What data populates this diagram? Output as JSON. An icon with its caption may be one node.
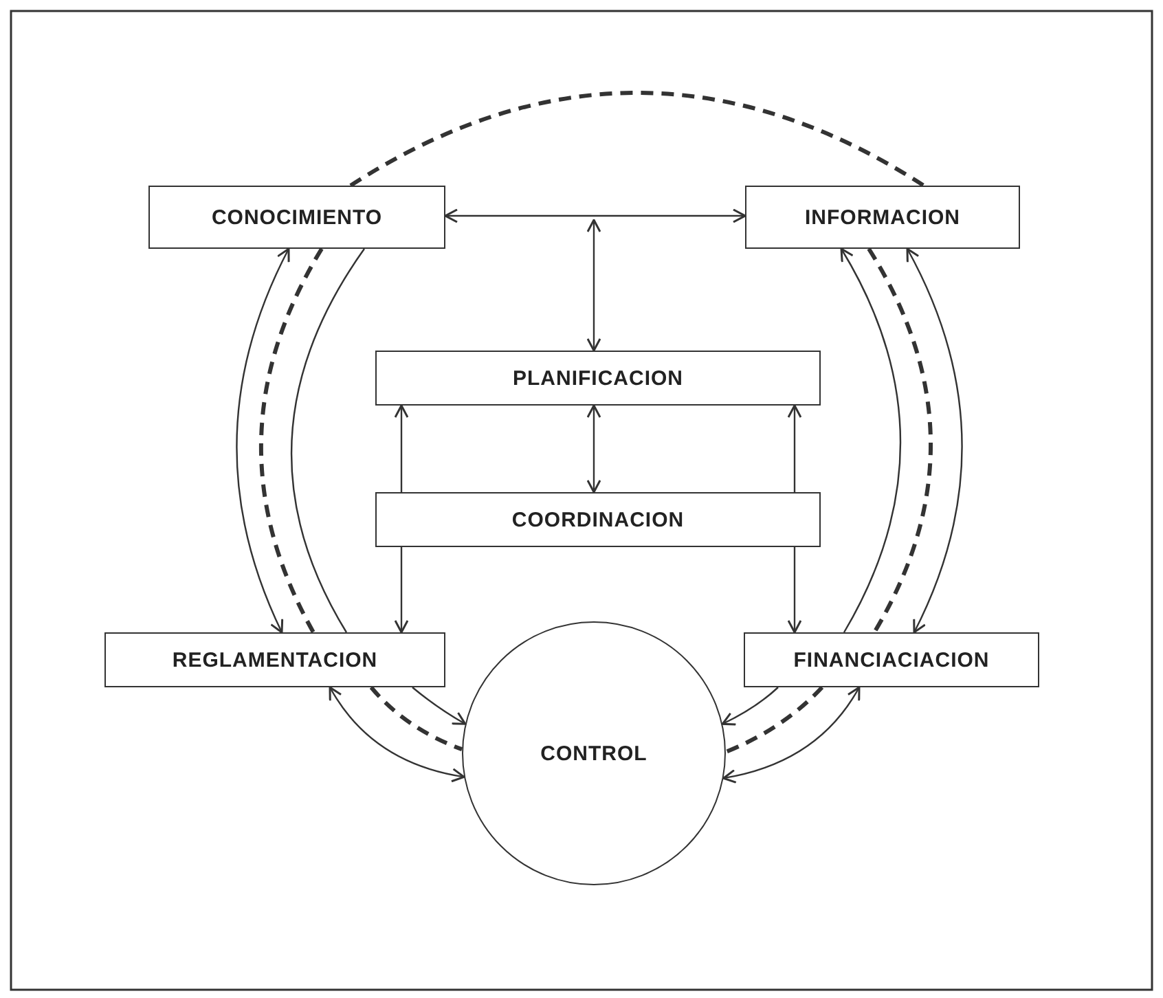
{
  "diagram": {
    "nodes": [
      {
        "text": [
          "CONOCIMIENTO"
        ]
      },
      {
        "text": [
          "INFORMACION"
        ]
      },
      {
        "text": [
          "PLANIFICACION"
        ]
      },
      {
        "text": [
          "COORDINACION"
        ]
      },
      {
        "text": [
          "REGLAMENTACION"
        ]
      },
      {
        "text": [
          "FINANCIACIACION"
        ]
      },
      {
        "text": [
          "CONTROL"
        ]
      }
    ],
    "edges": [
      {
        "from": 0,
        "to": 1,
        "arrow": "both"
      },
      {
        "from": null,
        "to": 2,
        "arrow": "both"
      },
      {
        "from": 2,
        "to": 3,
        "arrow": "both"
      },
      {
        "from": 3,
        "to": 2,
        "arrow": "to"
      },
      {
        "from": 3,
        "to": 2,
        "arrow": "to"
      },
      {
        "from": 3,
        "to": 4,
        "arrow": "to"
      },
      {
        "from": 3,
        "to": 5,
        "arrow": "to"
      },
      {
        "from": 0,
        "to": 1,
        "arrow": "none",
        "style": "dashed"
      },
      {
        "from": 0,
        "to": 4,
        "arrow": "both"
      },
      {
        "from": 0,
        "to": 4,
        "arrow": "none",
        "style": "dashed"
      },
      {
        "from": 0,
        "to": 4,
        "arrow": "none"
      },
      {
        "from": 4,
        "to": 6,
        "arrow": "both"
      },
      {
        "from": 4,
        "to": 6,
        "arrow": "none",
        "style": "dashed"
      },
      {
        "from": 4,
        "to": 6,
        "arrow": "to"
      },
      {
        "from": 5,
        "to": 1,
        "arrow": "to"
      },
      {
        "from": 1,
        "to": 5,
        "arrow": "none",
        "style": "dashed"
      },
      {
        "from": 1,
        "to": 5,
        "arrow": "both"
      },
      {
        "from": 5,
        "to": 6,
        "arrow": "to"
      },
      {
        "from": 5,
        "to": 6,
        "arrow": "none",
        "style": "dashed"
      },
      {
        "from": 5,
        "to": 6,
        "arrow": "both"
      }
    ]
  }
}
